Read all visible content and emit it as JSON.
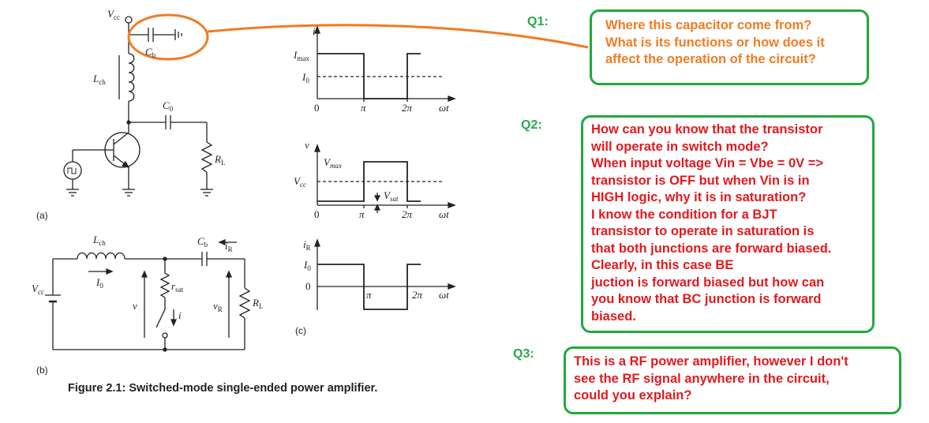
{
  "circuit_a": {
    "label": "(a)",
    "vcc": "V",
    "vcc_sub": "cc",
    "cb": "C",
    "cb_sub": "b",
    "lch": "L",
    "lch_sub": "ch",
    "c0": "C",
    "c0_sub": "0",
    "rl": "R",
    "rl_sub": "L"
  },
  "circuit_b": {
    "label": "(b)",
    "lch": "L",
    "lch_sub": "ch",
    "i0": "I",
    "i0_sub": "0",
    "cb": "C",
    "cb_sub": "b",
    "ir": "i",
    "ir_sub": "R",
    "vcc": "V",
    "vcc_sub": "cc",
    "v": "v",
    "rsat": "r",
    "rsat_sub": "sat",
    "i": "i",
    "vr": "v",
    "vr_sub": "R",
    "rl": "R",
    "rl_sub": "L"
  },
  "waveforms": {
    "label": "(c)",
    "current": {
      "y_axis": "i",
      "imax": "I",
      "imax_sub": "max",
      "i0": "I",
      "i0_sub": "0",
      "x_ticks": [
        "0",
        "π",
        "2π",
        "ωt"
      ]
    },
    "voltage": {
      "y_axis": "v",
      "vmax": "V",
      "vmax_sub": "max",
      "vcc": "V",
      "vcc_sub": "cc",
      "vsat": "V",
      "vsat_sub": "sat",
      "x_ticks": [
        "0",
        "π",
        "2π",
        "ωt"
      ]
    },
    "load_current": {
      "y_axis": "i",
      "y_axis_sub": "R",
      "i0": "I",
      "i0_sub": "0",
      "zero": "0",
      "x_ticks": [
        "π",
        "2π",
        "ωt"
      ]
    }
  },
  "caption": "Figure 2.1: Switched-mode single-ended power amplifier.",
  "questions": [
    {
      "label": "Q1:",
      "lines": [
        "Where this capacitor come from?",
        "What is its functions or how does it",
        "affect the operation of the circuit?"
      ]
    },
    {
      "label": "Q2:",
      "lines": [
        "How can you know that the transistor",
        "will operate in switch mode?",
        "When input voltage Vin = Vbe = 0V =>",
        "transistor is OFF but when Vin is in",
        "HIGH logic, why it is in saturation?",
        "I know the condition for a BJT",
        "transistor to operate in saturation is",
        "that both junctions are forward biased.",
        "Clearly, in this case BE",
        "juction is forward biased but how can",
        "you know that BC junction is forward",
        "biased."
      ]
    },
    {
      "label": "Q3:",
      "lines": [
        "This is a RF power amplifier, however I don't",
        "see the RF signal anywhere in the circuit,",
        "could you explain?"
      ]
    }
  ],
  "colors": {
    "highlight": "#f07c23",
    "box_border": "#1faa3a",
    "question_red": "#e3191e",
    "label_green": "#2aa84a"
  }
}
